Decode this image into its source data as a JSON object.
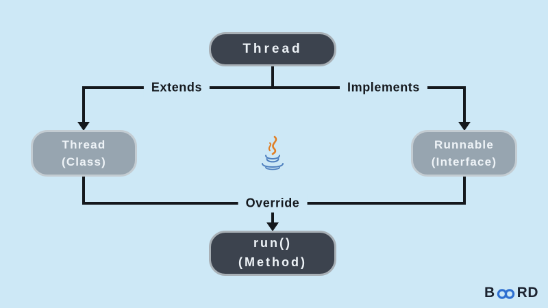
{
  "colors": {
    "background": "#cde8f6",
    "dark_node_fill": "#3c434e",
    "dark_node_border": "#a8b0b6",
    "gray_node_fill": "#97a5b0",
    "gray_node_border": "#c3ccd2",
    "line": "#14181d",
    "node_text": "#eef3f7",
    "brand_text": "#1c2330",
    "brand_blue": "#2e6fd0",
    "java_orange": "#e07e24",
    "java_blue": "#4d7fbe"
  },
  "nodes": {
    "thread": {
      "label": "Thread"
    },
    "thread_class": {
      "line1": "Thread",
      "line2": "(Class)"
    },
    "runnable": {
      "line1": "Runnable",
      "line2": "(Interface)"
    },
    "run_method": {
      "line1": "run()",
      "line2": "(Method)"
    }
  },
  "edge_labels": {
    "extends": "Extends",
    "implements": "Implements",
    "override": "Override"
  },
  "icons": {
    "center": "java-coffee-cup-logo",
    "brand": "infinity-icon"
  },
  "branding": {
    "prefix": "B",
    "suffix": "RD"
  }
}
